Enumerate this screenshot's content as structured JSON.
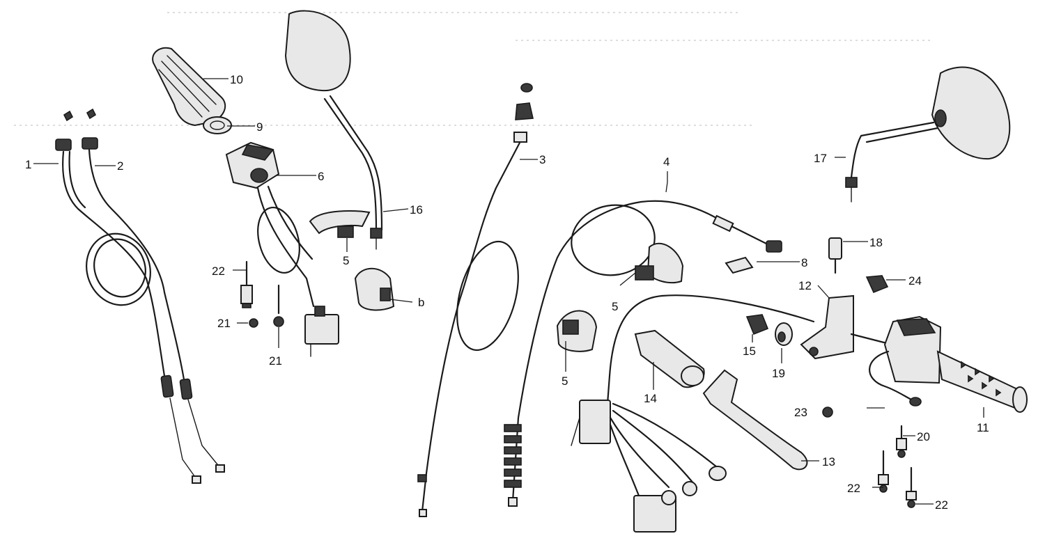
{
  "callouts": [
    {
      "id": "c1",
      "text": "1"
    },
    {
      "id": "c2",
      "text": "2"
    },
    {
      "id": "c3",
      "text": "3"
    },
    {
      "id": "c4",
      "text": "4"
    },
    {
      "id": "c5a",
      "text": "5"
    },
    {
      "id": "c5b",
      "text": "5"
    },
    {
      "id": "c5c",
      "text": "5"
    },
    {
      "id": "c6a",
      "text": "6"
    },
    {
      "id": "c6b",
      "text": "b"
    },
    {
      "id": "c8",
      "text": "8"
    },
    {
      "id": "c9",
      "text": "9"
    },
    {
      "id": "c10",
      "text": "10"
    },
    {
      "id": "c11",
      "text": "11"
    },
    {
      "id": "c12",
      "text": "12"
    },
    {
      "id": "c13",
      "text": "13"
    },
    {
      "id": "c14",
      "text": "14"
    },
    {
      "id": "c15",
      "text": "15"
    },
    {
      "id": "c16",
      "text": "16"
    },
    {
      "id": "c17",
      "text": "17"
    },
    {
      "id": "c18",
      "text": "18"
    },
    {
      "id": "c19",
      "text": "19"
    },
    {
      "id": "c20",
      "text": "20"
    },
    {
      "id": "c21a",
      "text": "21"
    },
    {
      "id": "c21b",
      "text": "21"
    },
    {
      "id": "c22a",
      "text": "22"
    },
    {
      "id": "c22b",
      "text": "22"
    },
    {
      "id": "c22c",
      "text": "22"
    },
    {
      "id": "c23",
      "text": "23"
    },
    {
      "id": "c24",
      "text": "24"
    }
  ]
}
